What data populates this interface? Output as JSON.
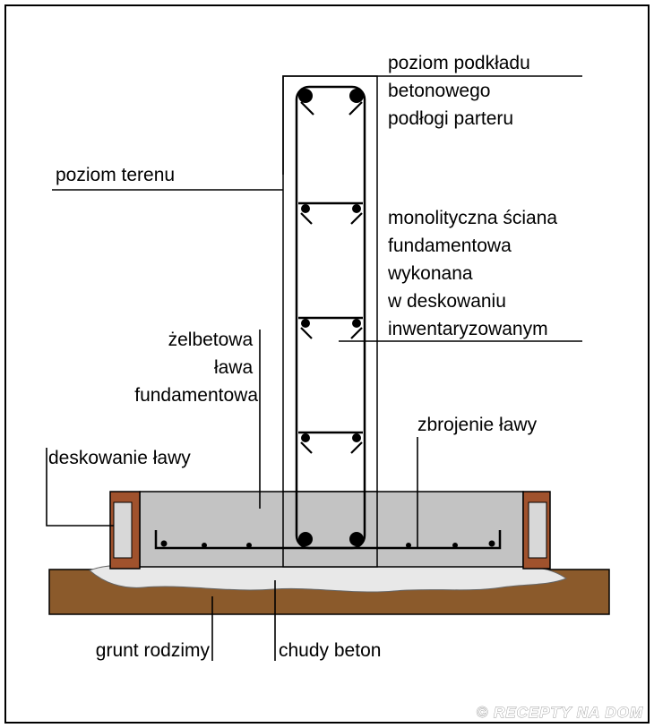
{
  "labels": {
    "poziom_podkladu": [
      "poziom podkładu",
      "betonowego",
      "podłogi parteru"
    ],
    "poziom_terenu": "poziom terenu",
    "sciana": [
      "monolityczna ściana",
      "fundamentowa",
      "wykonana",
      "w deskowaniu",
      "inwentaryzowanym"
    ],
    "lawa": [
      "żelbetowa",
      "ława",
      "fundamentowa"
    ],
    "zbrojenie": "zbrojenie ławy",
    "deskowanie": "deskowanie ławy",
    "grunt": "grunt rodzimy",
    "chudy_beton": "chudy beton"
  },
  "watermark": "© RECEPTY NA DOM",
  "colors": {
    "soil": "#8b5a2b",
    "lean_concrete": "#e8e8e8",
    "footing": "#c3c3c3",
    "formwork_board": "#a0522d",
    "formwork_brace": "#d8d8d8",
    "rebar": "#000000",
    "frame": "#000000"
  }
}
